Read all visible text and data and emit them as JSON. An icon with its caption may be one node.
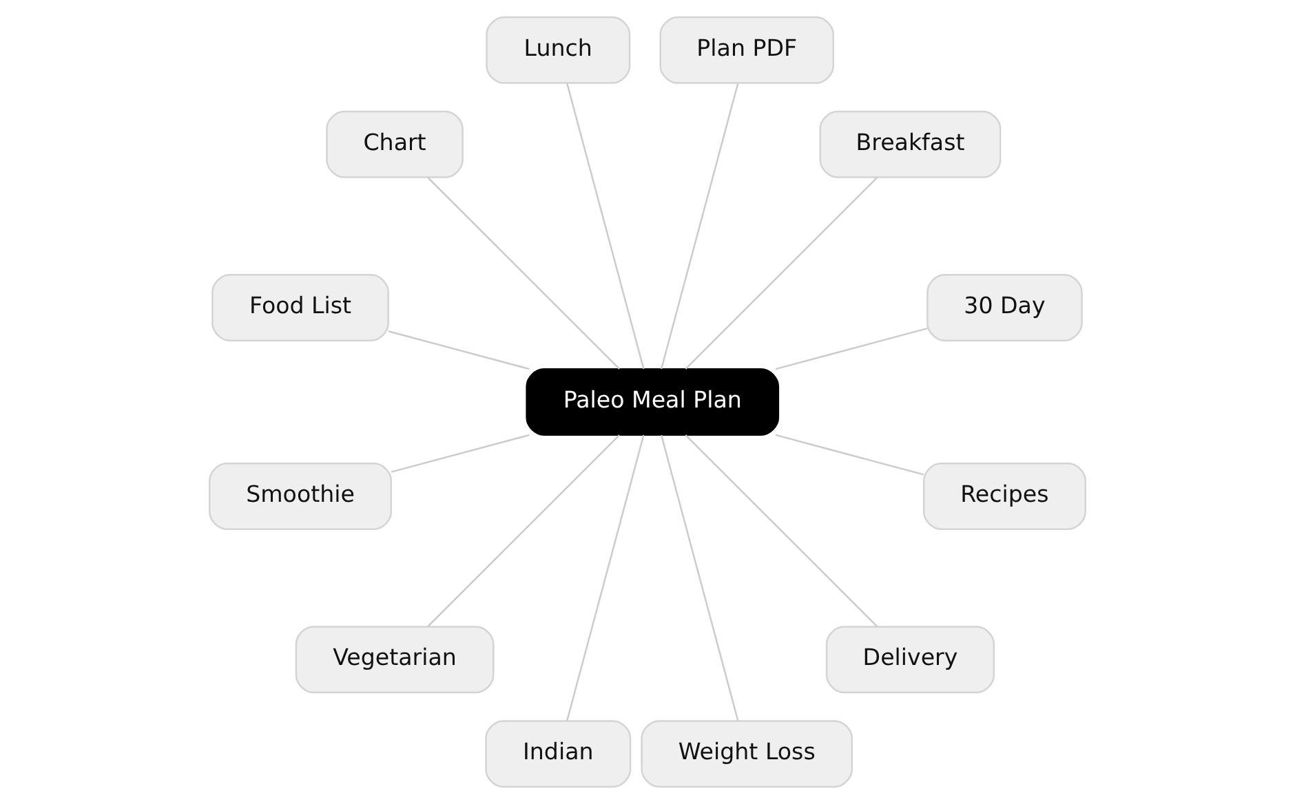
{
  "diagram": {
    "nodes": [
      {
        "text": [
          "Paleo Meal Plan"
        ]
      },
      {
        "text": [
          "30 Day"
        ]
      },
      {
        "text": [
          "Breakfast"
        ]
      },
      {
        "text": [
          "Plan PDF"
        ]
      },
      {
        "text": [
          "Lunch"
        ]
      },
      {
        "text": [
          "Chart"
        ]
      },
      {
        "text": [
          "Food List"
        ]
      },
      {
        "text": [
          "Smoothie"
        ]
      },
      {
        "text": [
          "Vegetarian"
        ]
      },
      {
        "text": [
          "Indian"
        ]
      },
      {
        "text": [
          "Weight Loss"
        ]
      },
      {
        "text": [
          "Delivery"
        ]
      },
      {
        "text": [
          "Recipes"
        ]
      }
    ],
    "edges": [
      {
        "from": 0,
        "to": 1,
        "arrow": "none"
      },
      {
        "from": 0,
        "to": 2,
        "arrow": "none"
      },
      {
        "from": 0,
        "to": 3,
        "arrow": "none"
      },
      {
        "from": 0,
        "to": 4,
        "arrow": "none"
      },
      {
        "from": 0,
        "to": 5,
        "arrow": "none"
      },
      {
        "from": 0,
        "to": 6,
        "arrow": "none"
      },
      {
        "from": 0,
        "to": 7,
        "arrow": "none"
      },
      {
        "from": 0,
        "to": 8,
        "arrow": "none"
      },
      {
        "from": 0,
        "to": 9,
        "arrow": "none"
      },
      {
        "from": 0,
        "to": 10,
        "arrow": "none"
      },
      {
        "from": 0,
        "to": 11,
        "arrow": "none"
      },
      {
        "from": 0,
        "to": 12,
        "arrow": "none"
      }
    ]
  }
}
